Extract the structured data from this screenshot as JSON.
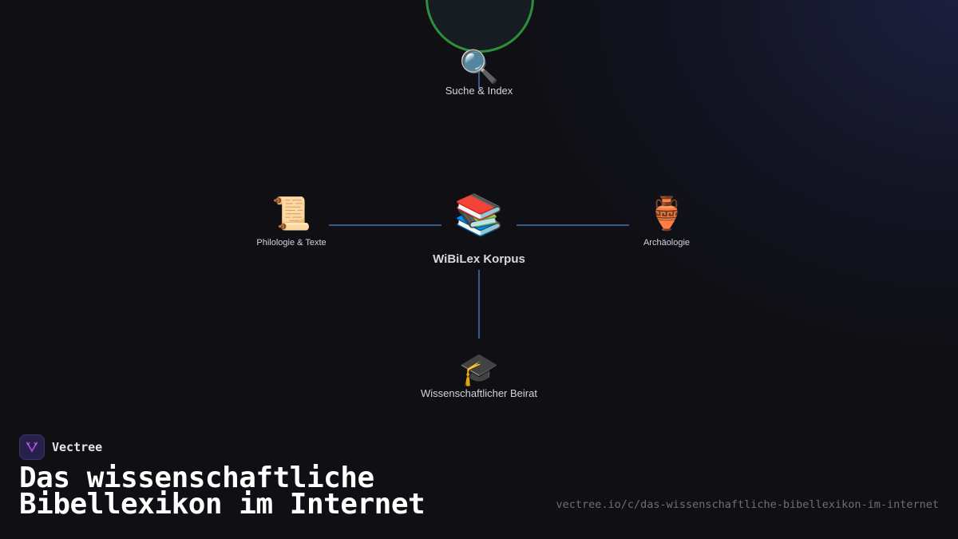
{
  "diagram": {
    "center": {
      "label": "WiBiLex Korpus",
      "icon": "books-icon",
      "glyph": "📚"
    },
    "nodes": [
      {
        "id": "top",
        "label": "Suche & Index",
        "icon": "magnifying-glass-icon",
        "glyph": "🔍"
      },
      {
        "id": "left",
        "label": "Philologie & Texte",
        "icon": "scroll-icon",
        "glyph": "📜"
      },
      {
        "id": "right",
        "label": "Archäologie",
        "icon": "amphora-icon",
        "glyph": "🏺"
      },
      {
        "id": "bottom",
        "label": "Wissenschaftlicher Beirat",
        "icon": "graduation-cap-icon",
        "glyph": "🎓"
      }
    ],
    "colors": {
      "edge": "#3a5a8c",
      "highlight_ring": "#2e8f3a",
      "background": "#0f0f14"
    }
  },
  "footer": {
    "brand": {
      "name": "Vectree",
      "logo_color": "#b04ad8"
    },
    "title_lines": [
      "Das wissenschaftliche",
      "Bibellexikon im Internet"
    ],
    "url": "vectree.io/c/das-wissenschaftliche-bibellexikon-im-internet"
  }
}
